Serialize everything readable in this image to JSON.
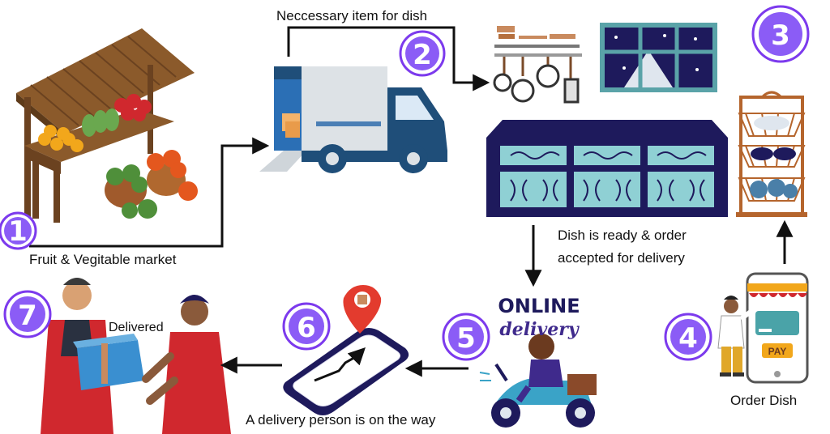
{
  "steps": [
    {
      "number": "1",
      "label": "Fruit & Vegitable market"
    },
    {
      "number": "2",
      "label": "Neccessary item for dish"
    },
    {
      "number": "3",
      "label_line1": "Dish is ready & order",
      "label_line2": "accepted for delivery"
    },
    {
      "number": "4",
      "label": "Order Dish"
    },
    {
      "number": "5",
      "sticker_line1": "ONLINE",
      "sticker_line2": "delivery"
    },
    {
      "number": "6",
      "label": "A delivery person is on the way"
    },
    {
      "number": "7",
      "label": "Delivered"
    }
  ],
  "phone_button": "PAY",
  "colors": {
    "badge_fill": "#ffffff",
    "badge_ring": "#7c3aed",
    "badge_inner": "#8b5cf6",
    "truck_blue": "#1f4e79",
    "cabinet_navy": "#1e1a5c",
    "arrow": "#111111",
    "accent_red": "#d0282e"
  }
}
